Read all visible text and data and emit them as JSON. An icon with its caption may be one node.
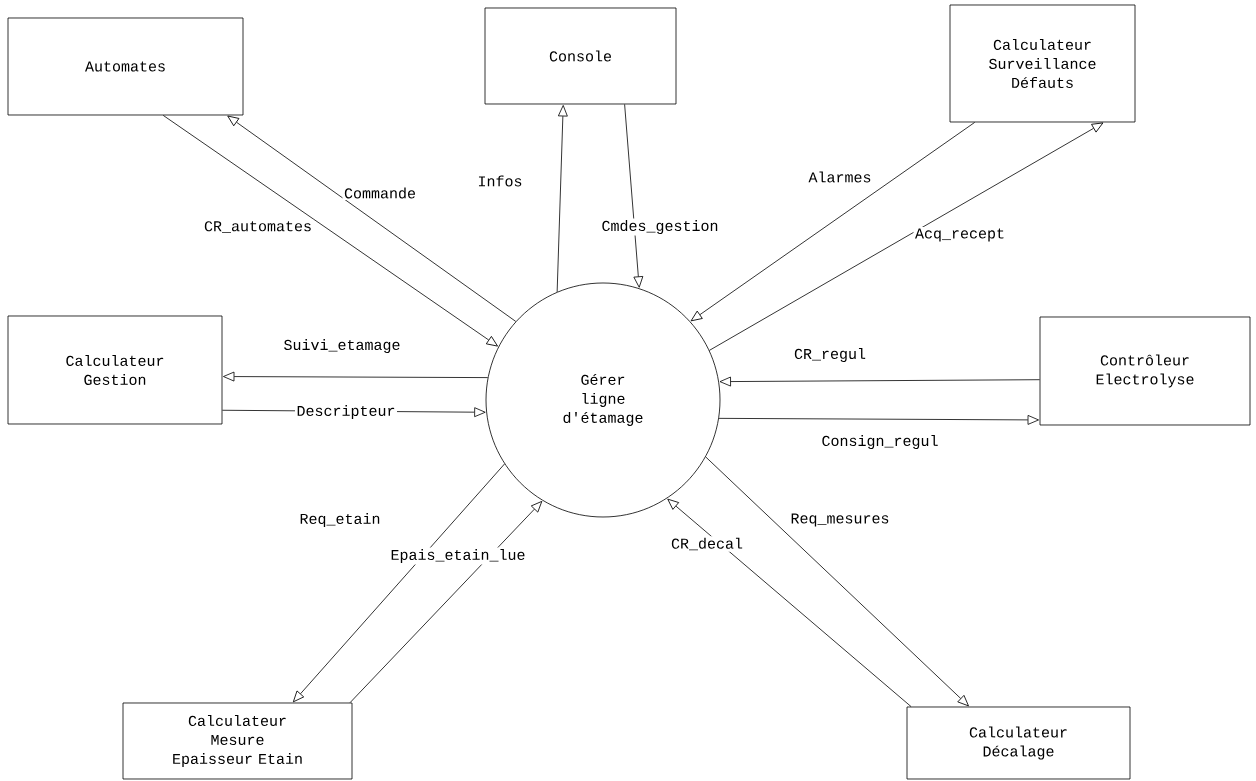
{
  "diagram": {
    "nodes": [
      {
        "text": [
          "Automates"
        ]
      },
      {
        "text": [
          "Console"
        ]
      },
      {
        "text": [
          "Calculateur Surveillance Défauts"
        ]
      },
      {
        "text": [
          "Gérer ligne d'étamage"
        ]
      },
      {
        "text": [
          "Calculateur Gestion"
        ]
      },
      {
        "text": [
          "Contrôleur Electrolyse"
        ]
      },
      {
        "text": [
          "Calculateur Mesure Epaisseur Etain"
        ]
      },
      {
        "text": [
          "Calculateur Décalage"
        ]
      }
    ],
    "edges": [
      {
        "from": 0,
        "to": 3,
        "arrow": "to",
        "label": "CR_automates"
      },
      {
        "from": 3,
        "to": 0,
        "arrow": "to",
        "label": "Commande"
      },
      {
        "from": 3,
        "to": 1,
        "arrow": "to",
        "label": "Infos"
      },
      {
        "from": 1,
        "to": 3,
        "arrow": "to",
        "label": "Cmdes_gestion"
      },
      {
        "from": 2,
        "to": 3,
        "arrow": "to",
        "label": "Alarmes"
      },
      {
        "from": 3,
        "to": 2,
        "arrow": "to",
        "label": "Acq_recept"
      },
      {
        "from": 3,
        "to": 4,
        "arrow": "to",
        "label": "Suivi_etamage"
      },
      {
        "from": 4,
        "to": 3,
        "arrow": "to",
        "label": "Descripteur"
      },
      {
        "from": 5,
        "to": 3,
        "arrow": "to",
        "label": "CR_regul"
      },
      {
        "from": 3,
        "to": 5,
        "arrow": "to",
        "label": "Consign_regul"
      },
      {
        "from": 3,
        "to": 6,
        "arrow": "to",
        "label": "Req_etain"
      },
      {
        "from": 6,
        "to": 3,
        "arrow": "to",
        "label": "Epais_etain_lue"
      },
      {
        "from": 7,
        "to": 3,
        "arrow": "to",
        "label": "CR_decal"
      },
      {
        "from": 3,
        "to": 7,
        "arrow": "to",
        "label": "Req_mesures"
      }
    ]
  }
}
